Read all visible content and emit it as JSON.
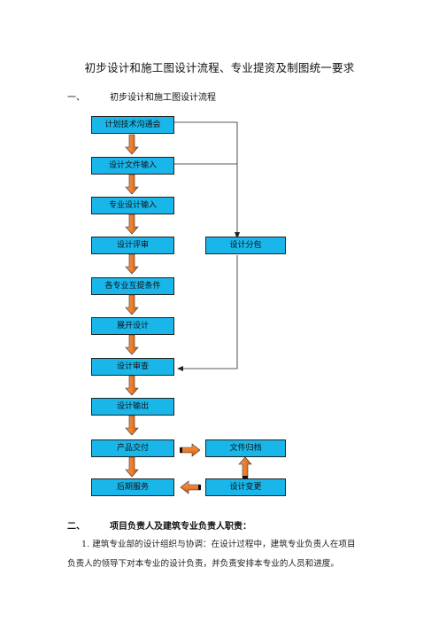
{
  "document": {
    "title": "初步设计和施工图设计流程、专业提资及制图统一要求",
    "section1": {
      "num": "一、",
      "title": "初步设计和施工图设计流程"
    },
    "flow": {
      "main": [
        "计划技术沟通会",
        "设计文件输入",
        "专业设计输入",
        "设计评审",
        "各专业互提条件",
        "展开设计",
        "设计审查",
        "设计输出",
        "产品交付",
        "后期服务"
      ],
      "subcontract": "设计分包",
      "archive": "文件归档",
      "change": "设计变更"
    },
    "section2": {
      "num": "二、",
      "title": "项目负责人及建筑专业负责人职责："
    },
    "paragraph": {
      "line1": "1. 建筑专业部的设计组织与协调：在设计过程中，建筑专业负责人在项目",
      "line2": "负责人的领导下对本专业的设计负责，并负责安排本专业的人员和进度。"
    }
  },
  "colors": {
    "box_fill": "#19b6ea",
    "arrow_fill": "#f07c28",
    "arrow_edge": "#333333"
  }
}
